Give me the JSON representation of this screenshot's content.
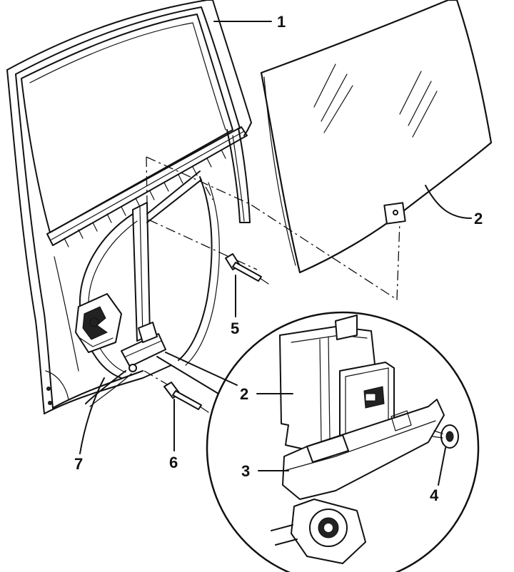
{
  "figure": {
    "callouts": {
      "door_frame": "1",
      "window_glass": "2",
      "detail_glass_clamp": "2",
      "regulator_carrier": "3",
      "clamp_bolt": "4",
      "upper_rivet": "5",
      "lower_rivet": "6",
      "regulator_cable": "7"
    }
  }
}
